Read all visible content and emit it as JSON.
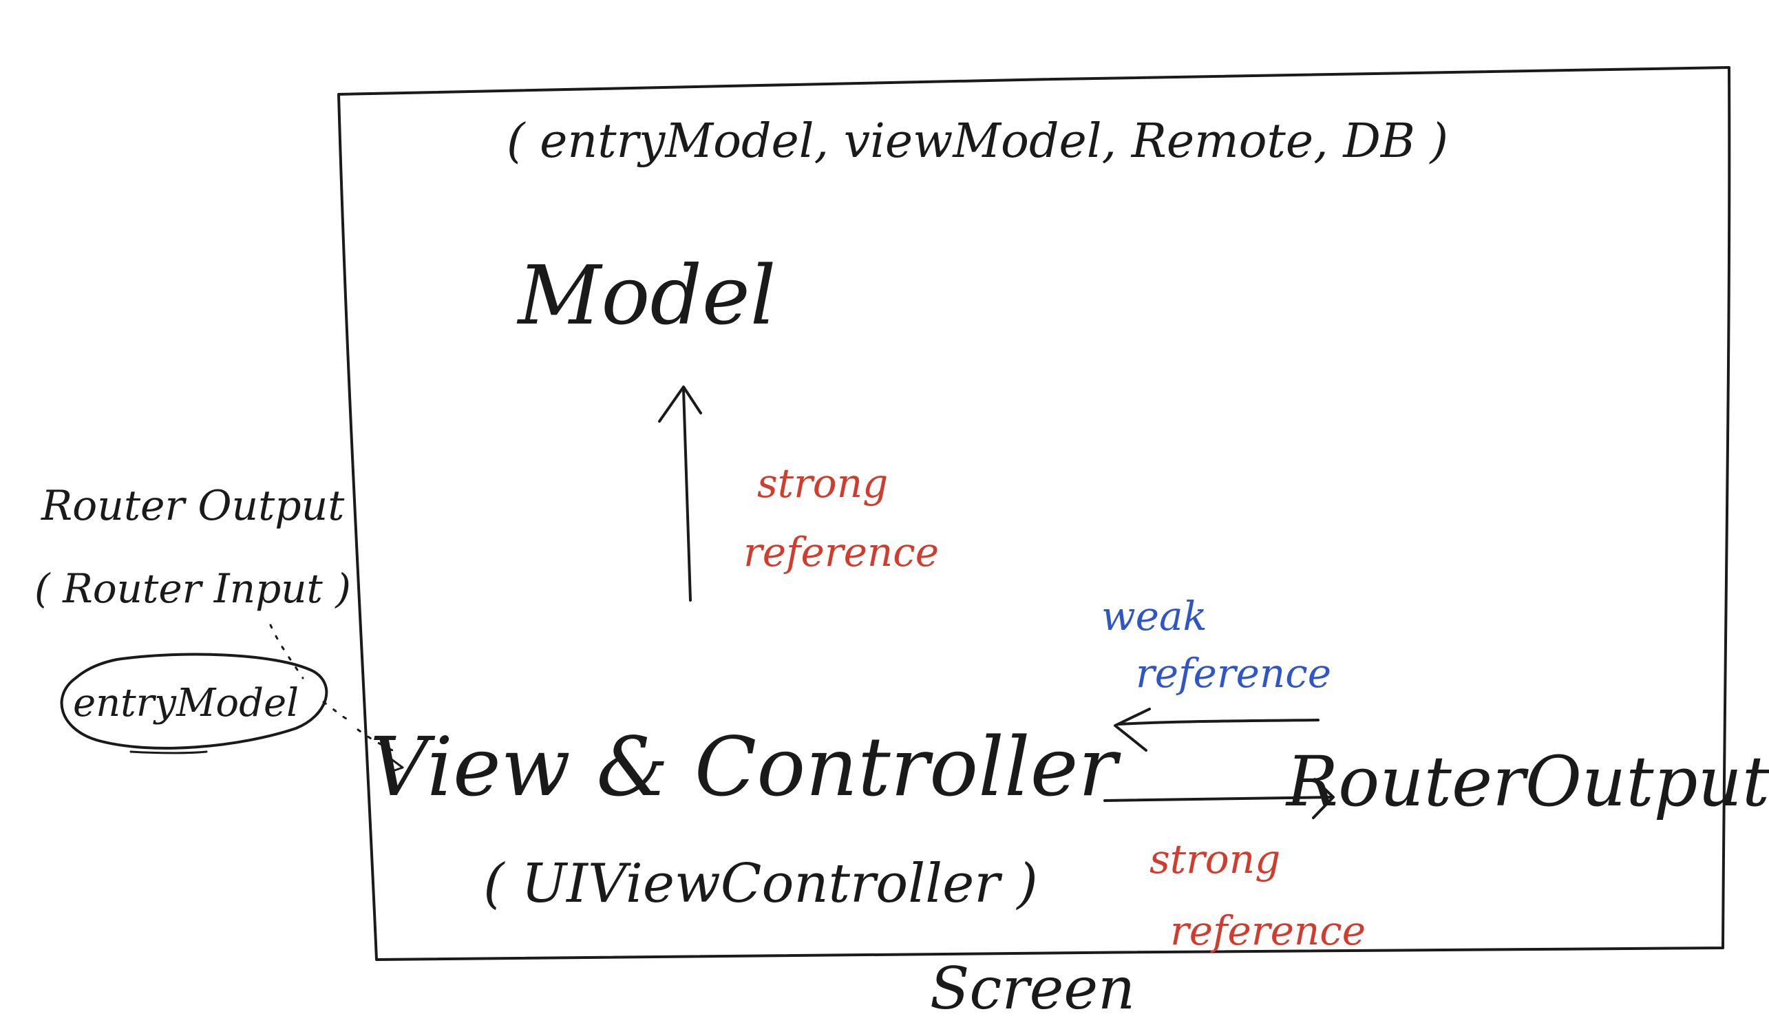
{
  "colors": {
    "ink": "#1a1a1a",
    "strong": "#d23c2d",
    "weak": "#2f56c8"
  },
  "screen": {
    "title": "Screen",
    "model_list": "( entryModel, viewModel, Remote, DB )",
    "model": "Model",
    "view_controller": "View & Controller",
    "view_controller_class": "( UIViewController )",
    "router_output": "RouterOutput"
  },
  "relations": {
    "vc_to_model": [
      "strong",
      "reference"
    ],
    "router_to_vc": [
      "weak",
      "reference"
    ],
    "vc_to_router": [
      "strong",
      "reference"
    ]
  },
  "external": {
    "router_output": "Router Output",
    "router_input": "( Router Input )",
    "entry_model": "entryModel"
  }
}
